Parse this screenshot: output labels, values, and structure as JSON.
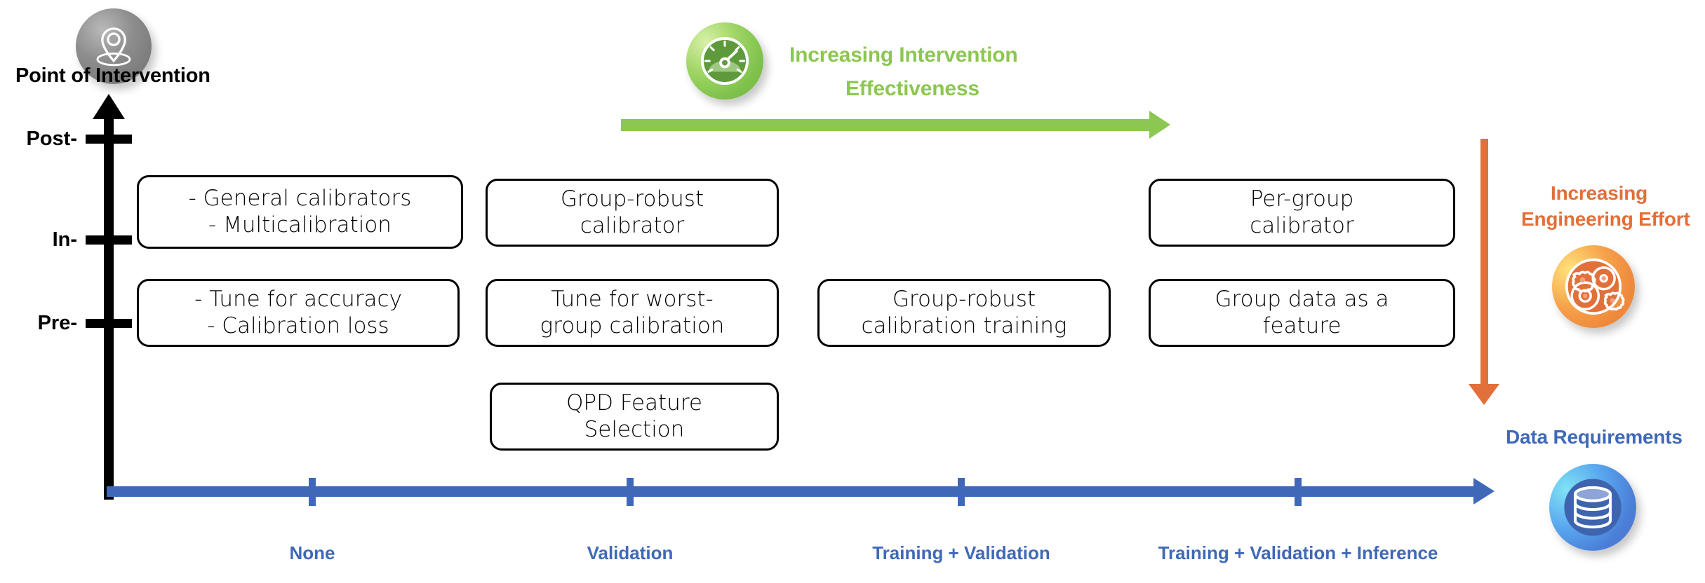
{
  "diagram": {
    "title_point_of_intervention": "Point of Intervention",
    "y_axis": {
      "icon": "location-pin-icon",
      "ticks": [
        {
          "label": "Post-"
        },
        {
          "label": "In-"
        },
        {
          "label": "Pre-"
        }
      ]
    },
    "x_axis": {
      "title": "Data Requirements",
      "icon": "database-icon",
      "color": "#3F69B8",
      "ticks": [
        {
          "label": "None"
        },
        {
          "label": "Validation"
        },
        {
          "label": "Training + Validation"
        },
        {
          "label": "Training + Validation + Inference"
        }
      ]
    },
    "effectiveness": {
      "label_line1": "Increasing Intervention",
      "label_line2": "Effectiveness",
      "icon": "speedometer-icon",
      "color": "#8CC751",
      "direction": "right"
    },
    "engineering_effort": {
      "label_line1": "Increasing",
      "label_line2": "Engineering Effort",
      "icon": "gears-icon",
      "color": "#E2703A",
      "direction": "down"
    },
    "boxes": [
      {
        "id": "general-calibrators",
        "lines": [
          "-   General calibrators",
          "-   Multicalibration"
        ],
        "row": "Post-",
        "column": "None"
      },
      {
        "id": "group-robust-calibrator",
        "lines": [
          "Group-robust",
          "calibrator"
        ],
        "row": "Post-",
        "column": "Validation"
      },
      {
        "id": "per-group-calibrator",
        "lines": [
          "Per-group",
          "calibrator"
        ],
        "row": "Post-",
        "column": "Training + Validation + Inference"
      },
      {
        "id": "tune-for-accuracy",
        "lines": [
          "- Tune for accuracy",
          "- Calibration loss"
        ],
        "row": "In-",
        "column": "None"
      },
      {
        "id": "tune-for-worst-group-calibration",
        "lines": [
          "Tune for worst-",
          "group calibration"
        ],
        "row": "In-",
        "column": "Validation"
      },
      {
        "id": "group-robust-calibration-training",
        "lines": [
          "Group-robust",
          "calibration training"
        ],
        "row": "In-",
        "column": "Training + Validation"
      },
      {
        "id": "group-data-as-a-feature",
        "lines": [
          "Group data as a",
          "feature"
        ],
        "row": "In-",
        "column": "Training + Validation + Inference"
      },
      {
        "id": "qpd-feature-selection",
        "lines": [
          "QPD Feature",
          "Selection"
        ],
        "row": "Pre-",
        "column": "Validation"
      }
    ]
  }
}
